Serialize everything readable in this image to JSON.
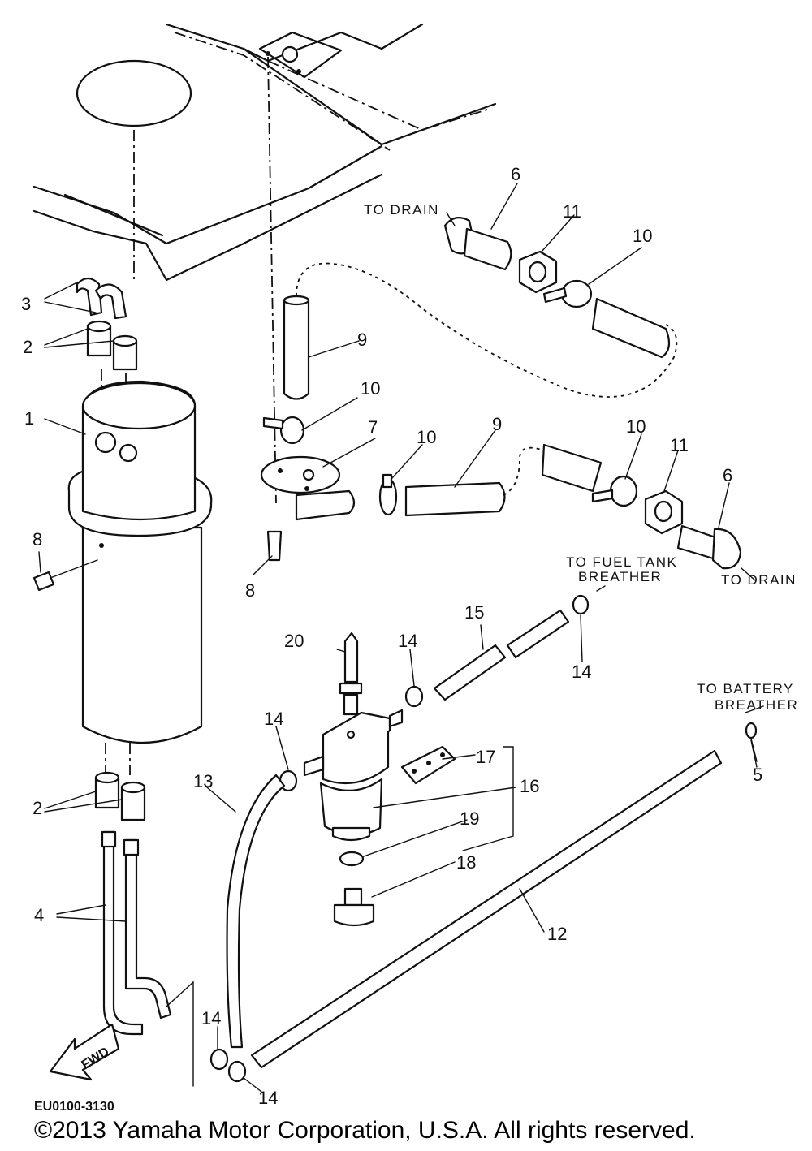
{
  "diagram": {
    "drawing_code": "EU0100-3130",
    "fwd_arrow_text": "FWD",
    "notes": {
      "to_drain_upper": "TO DRAIN",
      "to_drain_lower": "TO DRAIN",
      "to_fuel_tank_breather_1": "TO FUEL TANK",
      "to_fuel_tank_breather_2": "BREATHER",
      "to_battery_breather_1": "TO BATTERY",
      "to_battery_breather_2": "BREATHER"
    },
    "callouts": {
      "c1": "1",
      "c2a": "2",
      "c2b": "2",
      "c3": "3",
      "c4": "4",
      "c5": "5",
      "c6a": "6",
      "c6b": "6",
      "c7": "7",
      "c8a": "8",
      "c8b": "8",
      "c9a": "9",
      "c9b": "9",
      "c10a": "10",
      "c10b": "10",
      "c10c": "10",
      "c10d": "10",
      "c11a": "11",
      "c11b": "11",
      "c12": "12",
      "c13": "13",
      "c14a": "14",
      "c14b": "14",
      "c14c": "14",
      "c14d": "14",
      "c14e": "14",
      "c15": "15",
      "c16": "16",
      "c17": "17",
      "c18": "18",
      "c19": "19",
      "c20": "20"
    }
  },
  "footer": {
    "copyright": "©2013 Yamaha Motor Corporation, U.S.A. All rights reserved."
  }
}
